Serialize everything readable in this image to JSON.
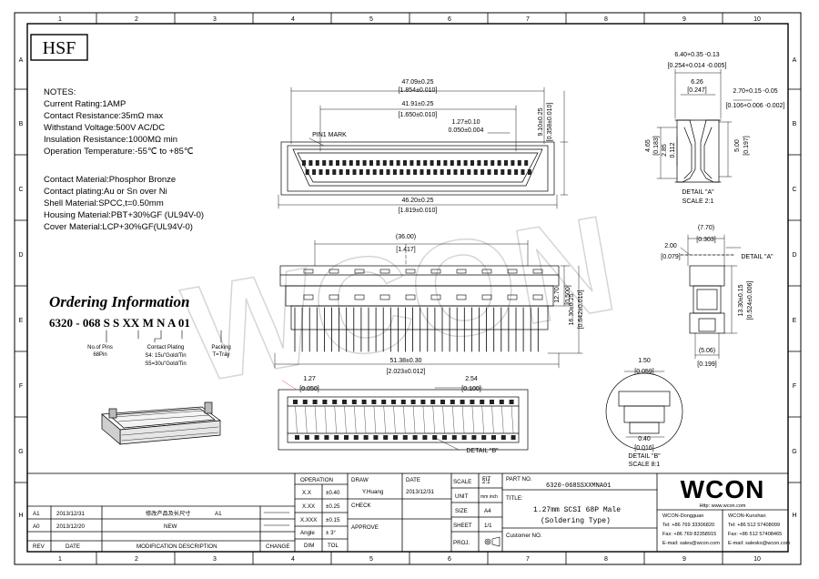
{
  "frame": {
    "columns": [
      "1",
      "2",
      "3",
      "4",
      "5",
      "6",
      "7",
      "8",
      "9",
      "10"
    ],
    "rows": [
      "A",
      "B",
      "C",
      "D",
      "E",
      "F",
      "G",
      "H"
    ]
  },
  "logo_box": "HSF",
  "notes": {
    "heading": "NOTES:",
    "lines": [
      "Current Rating:1AMP",
      "Contact Resistance:35mΩ max",
      "Withstand Voltage:500V AC/DC",
      "Insulation Resistance:1000MΩ min",
      "Operation Temperature:-55℃ to +85℃",
      "",
      "Contact Material:Phosphor Bronze",
      "Contact plating:Au or Sn over Ni",
      "Shell Material:SPCC,t=0.50mm",
      "Housing Material:PBT+30%GF (UL94V-0)",
      "Cover Material:LCP+30%GF(UL94V-0)"
    ]
  },
  "ordering": {
    "title": "Ordering Information",
    "code": "6320 - 068  S  S   XX   M  N  A  01",
    "legend_no_pins_1": "No.of Pins",
    "legend_no_pins_2": "68Pin",
    "legend_plating_title": "Contact Plating",
    "legend_plating_1": "S4: 15u\"Gold/Tin",
    "legend_plating_2": "S5=30u\"Gold/Tin",
    "legend_packing_1": "Packing",
    "legend_packing_2": "T=Tray"
  },
  "top_view": {
    "dim_overall": "47.09±0.25",
    "dim_overall_in": "[1.854±0.010]",
    "dim_inner": "41.91±0.25",
    "dim_inner_in": "[1.650±0.010]",
    "dim_pitch": "1.27±0.10",
    "dim_pitch_in": "0.050±0.004",
    "dim_height": "9.10±0.25",
    "dim_height_in": "[0.358±0.010]",
    "pin1_mark": "PIN1 MARK",
    "dim_bottom": "46.20±0.25",
    "dim_bottom_in": "[1.819±0.010]"
  },
  "detail_a": {
    "dim_w": "6.40+0.35 -0.13",
    "dim_w_in": "[0.254+0.014 -0.005]",
    "dim_626": "6.26",
    "dim_626_in": "[0.247]",
    "dim_270": "2.70+0.15 -0.05",
    "dim_270_in": "[0.106+0.006 -0.002]",
    "dim_465": "4.65",
    "dim_465_in": "[0.183]",
    "dim_285": "2.85",
    "dim_285_in": "0.112",
    "dim_500": "5.00",
    "dim_500_in": "[0.197]",
    "caption": "DETAIL \"A\"",
    "scale": "SCALE 2:1"
  },
  "front_view": {
    "dim_3600": "(36.00)",
    "dim_3600_in": "[1.417]",
    "dim_1270": "12.70",
    "dim_1270_in": "[0.500]",
    "dim_1630": "16.30±0.25",
    "dim_1630_in": "[0.642±0.010]",
    "dim_5138": "51.38±0.30",
    "dim_5138_in": "[2.023±0.012]"
  },
  "side_view": {
    "dim_770": "(7.70)",
    "dim_770_in": "[0.303]",
    "dim_200": "2.00",
    "dim_200_in": "[0.079]",
    "detail_a": "DETAIL \"A\"",
    "dim_1330": "13.30±0.15",
    "dim_1330_in": "[0.524±0.006]",
    "dim_506": "(5.06)",
    "dim_506_in": "[0.199]"
  },
  "bottom_view": {
    "dim_127": "1.27",
    "dim_127_in": "[0.050]",
    "dim_254": "2.54",
    "dim_254_in": "[0.100]",
    "detail_b": "DETAIL \"B\""
  },
  "detail_b": {
    "dim_150": "1.50",
    "dim_150_in": "[0.059]",
    "dim_040": "0.40",
    "dim_040_in": "[0.016]",
    "caption": "DETAIL \"B\"",
    "scale": "SCALE 8:1"
  },
  "watermark": "WCON",
  "title_block": {
    "revisions": [
      {
        "rev": "A1",
        "date": "2013/12/31",
        "desc": "修改产品及长尺寸",
        "flag": "A1"
      },
      {
        "rev": "A0",
        "date": "2013/12/20",
        "desc": "NEW"
      }
    ],
    "hdr_rev": "REV",
    "hdr_date": "DATE",
    "hdr_desc": "MODIFICATION  DESCRIPTION",
    "hdr_change": "CHANGE",
    "operation": "OPERATION",
    "tol_rows": [
      {
        "k": "X.X",
        "v": "±0.40"
      },
      {
        "k": "X.XX",
        "v": "±0.25"
      },
      {
        "k": "X.XXX",
        "v": "±0.15"
      },
      {
        "k": "Angle",
        "v": "± 3°"
      }
    ],
    "dim": "DIM",
    "tol": "TOL",
    "draw": "DRAW",
    "draw_name": "Y.Huang",
    "check": "CHECK",
    "approve": "APPROVE",
    "date_label": "DATE",
    "date_value": "2013/12/31",
    "scale_label": "SCALE",
    "scale_value": "2:1",
    "unit_label": "UNIT",
    "unit_value": "mm inch",
    "size_label": "SIZE",
    "size_value": "A4",
    "sheet_label": "SHEET",
    "sheet_value": "1/1",
    "proj_label": "PROJ.",
    "fit": "FIT",
    "part_no_label": "PART NO.",
    "part_no": "6320-068SSXXMNA01",
    "title_label": "TITLE:",
    "title_1": "1.27mm SCSI 68P Male",
    "title_2": "(Soldering Type)",
    "customer": "Customer NO.",
    "logo": "WCON",
    "website": "Http: www.wcon.com",
    "dg_title": "WCON-Dongguan",
    "dg_tel": "Tel: +86 769 33306820",
    "dg_fax": "Fax: +86 769 82358915",
    "dg_mail": "E-mail: sales@wcon.com",
    "ks_title": "WCON-Kunshan",
    "ks_tel": "Tel: +86 512 57408099",
    "ks_fax": "Fax: +86 512 57408465",
    "ks_mail": "E-mail: salesks@wcon.com"
  }
}
